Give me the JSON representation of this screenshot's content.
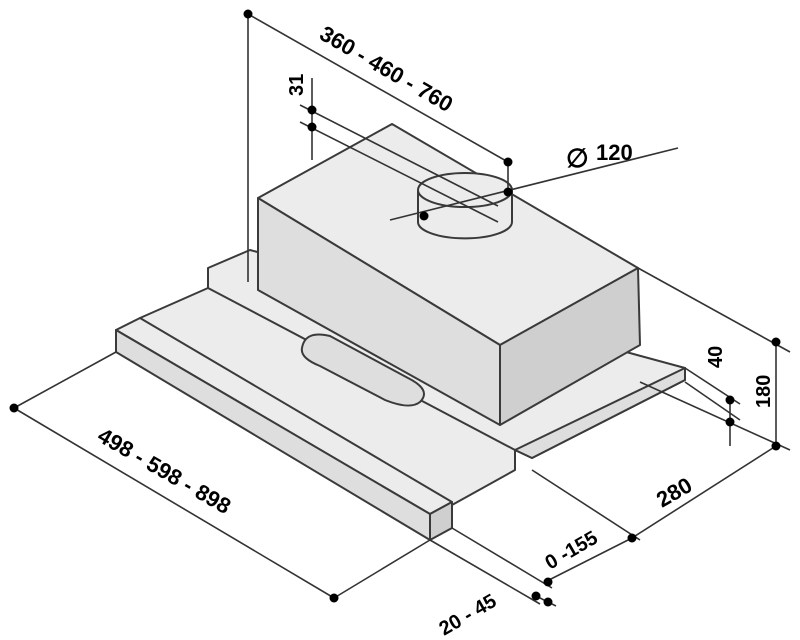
{
  "diagram": {
    "dimensions": {
      "top_length": "360 - 460 - 760",
      "outlet_offset": "31",
      "outlet_diameter_symbol": "∅",
      "outlet_diameter": "120",
      "visor_height": "40",
      "total_height": "180",
      "depth": "280",
      "extension": "0 -155",
      "front_width": "498 - 598 - 898",
      "visor_depth": "20 - 45"
    }
  }
}
